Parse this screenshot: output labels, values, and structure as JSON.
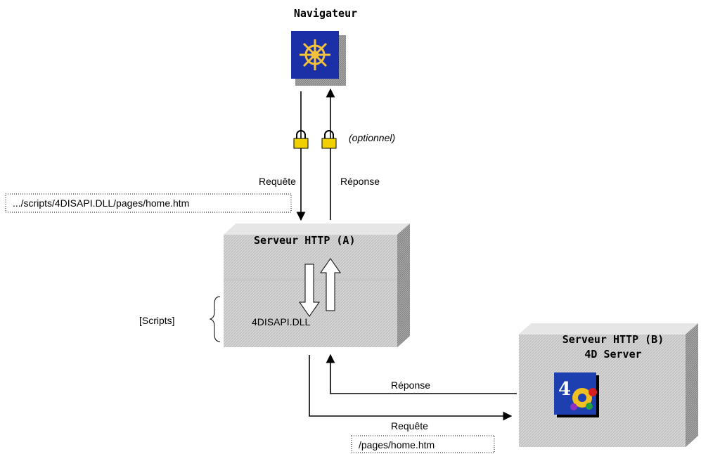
{
  "browser": {
    "label": "Navigateur",
    "icon": "ship-wheel-icon"
  },
  "secure_note": "(optionnel)",
  "request_label_top": "Requête",
  "response_label_top": "Réponse",
  "url_top": ".../scripts/4DISAPI.DLL/pages/home.htm",
  "server_a": {
    "title": "Serveur HTTP (A)",
    "module": "4DISAPI.DLL",
    "scripts_label": "[Scripts]"
  },
  "server_b": {
    "title_line1": "Serveur HTTP (B)",
    "title_line2": "4D Server",
    "icon": "4d-logo-icon"
  },
  "response_label_bottom": "Réponse",
  "request_label_bottom": "Requête",
  "url_bottom": "/pages/home.htm",
  "icons": [
    "padlock-icon",
    "padlock-icon"
  ]
}
